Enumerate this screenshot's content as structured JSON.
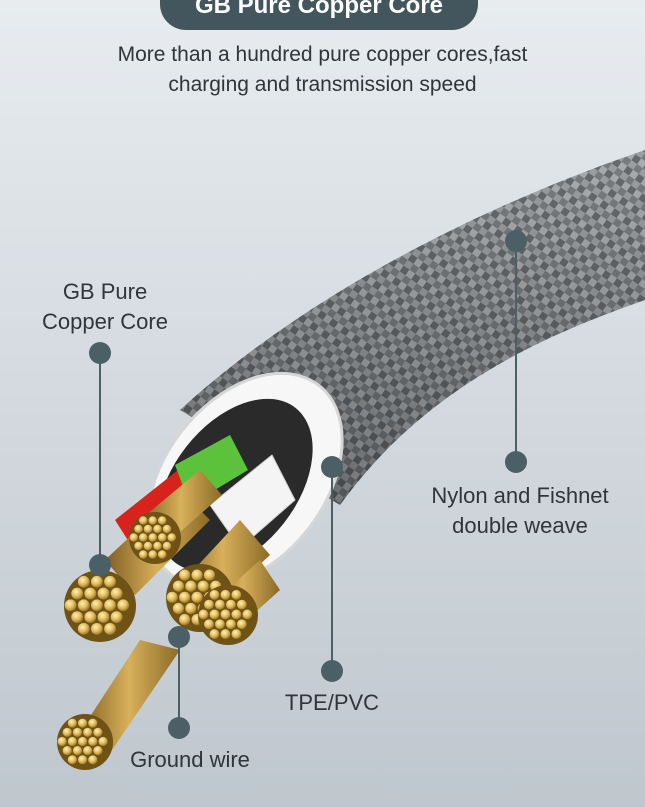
{
  "header": {
    "title": "GB Pure Copper Core",
    "subtitle_line1": "More than a hundred pure copper cores,fast",
    "subtitle_line2": "charging and transmission speed"
  },
  "callouts": {
    "copper_core_line1": "GB Pure",
    "copper_core_line2": "Copper Core",
    "nylon_line1": "Nylon and Fishnet",
    "nylon_line2": "double weave",
    "insulation": "TPE/PVC",
    "ground": "Ground wire"
  },
  "colors": {
    "accent": "#4a5f66",
    "braid": "#8e9295",
    "copper": "#c9a24a",
    "wire_green": "#5cc13b",
    "wire_red": "#d8231c",
    "wire_white": "#f4f4f4"
  }
}
